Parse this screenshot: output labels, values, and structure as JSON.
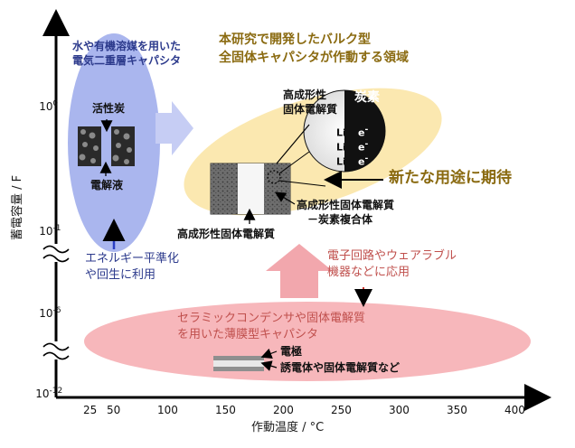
{
  "axes": {
    "y_label": "蓄電容量 / F",
    "x_label": "作動温度 / °C",
    "y_ticks": [
      "10^0",
      "10^-1",
      "10^-6",
      "10^-12"
    ],
    "x_ticks": [
      "25",
      "50",
      "100",
      "150",
      "200",
      "250",
      "300",
      "350",
      "400"
    ]
  },
  "regions": {
    "edlc": {
      "title_line1": "水や有機溶媒を用いた",
      "title_line2": "電気二重層キャパシタ",
      "activated_carbon": "活性炭",
      "electrolyte_solution": "電解液"
    },
    "bulk": {
      "title_line1": "本研究で開発したバルク型",
      "title_line2": "全固体キャパシタが作動する領域",
      "formable_electrolyte_line1": "高成形性",
      "formable_electrolyte_line2": "固体電解質",
      "carbon": "炭素",
      "ion": "Li",
      "ion_sup": "+",
      "electron": "e",
      "electron_sup": "-",
      "composite_line1": "高成形性固体電解質",
      "composite_line2": "－炭素複合体",
      "solid_electrolyte_bottom": "高成形性固体電解質"
    },
    "thin_film": {
      "title_line1": "セラミックコンデンサや固体電解質",
      "title_line2": "を用いた薄膜型キャパシタ",
      "electrode": "電極",
      "dielectric": "誘電体や固体電解質など"
    }
  },
  "annotations": {
    "energy_line1": "エネルギー平準化",
    "energy_line2": "や回生に利用",
    "electronics_line1": "電子回路やウェアラブル",
    "electronics_line2": "機器などに応用",
    "new_uses": "新たな用途に期待"
  },
  "colors": {
    "blue_region": "#aab6ee",
    "yellow_region": "#fbe8b0",
    "pink_region": "#f7b7bb",
    "arrow_pink": "#f2a7ad",
    "arrow_lavender": "#c6cdf4",
    "blue_text": "#2c3a8c",
    "gold_text": "#8a6a10",
    "red_text": "#c0504d"
  }
}
